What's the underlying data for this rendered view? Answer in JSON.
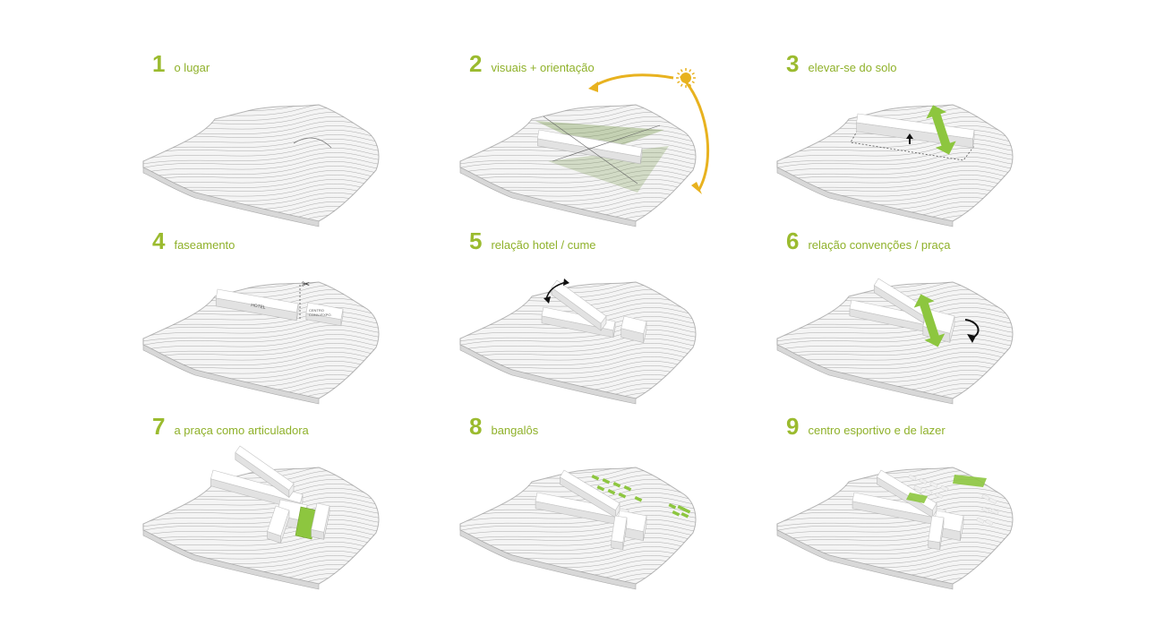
{
  "colors": {
    "accent": "#9bbb2f",
    "green_fill": "#8dc63f",
    "arrow_orange": "#e8b21f",
    "terrain_line": "#8a8a8a"
  },
  "panels": [
    {
      "num": "1",
      "label": "o lugar"
    },
    {
      "num": "2",
      "label": "visuais + orientação"
    },
    {
      "num": "3",
      "label": "elevar-se do solo"
    },
    {
      "num": "4",
      "label": "faseamento"
    },
    {
      "num": "5",
      "label": "relação hotel / cume"
    },
    {
      "num": "6",
      "label": "relação convenções / praça"
    },
    {
      "num": "7",
      "label": "a praça como articuladora"
    },
    {
      "num": "8",
      "label": "bangalôs"
    },
    {
      "num": "9",
      "label": "centro esportivo e de lazer"
    }
  ],
  "labels": {
    "hotel": "HOTEL",
    "centro": "CENTRO",
    "conv": "CONV./EXPO."
  },
  "icons": {
    "sun": "sun-icon",
    "scissors": "scissors-icon"
  }
}
